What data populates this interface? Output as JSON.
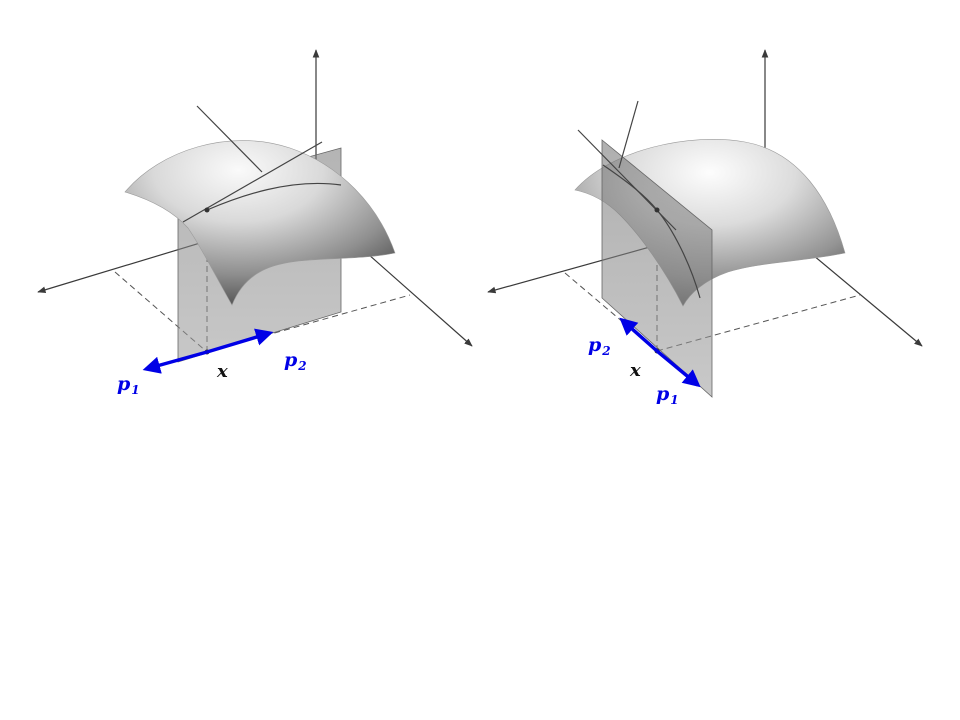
{
  "colors": {
    "direction_arrow": "#0000e6",
    "axis": "#3a3a3a",
    "label_point": "#111111",
    "plane_fill": "#8a8a8a",
    "surface_light": "#fafafa",
    "surface_dark": "#4a4a4a"
  },
  "panels": [
    {
      "point_label": "x",
      "vec1": {
        "base": "p",
        "sub": "1"
      },
      "vec2": {
        "base": "p",
        "sub": "2"
      }
    },
    {
      "point_label": "x",
      "vec1": {
        "base": "p",
        "sub": "1"
      },
      "vec2": {
        "base": "p",
        "sub": "2"
      }
    }
  ]
}
